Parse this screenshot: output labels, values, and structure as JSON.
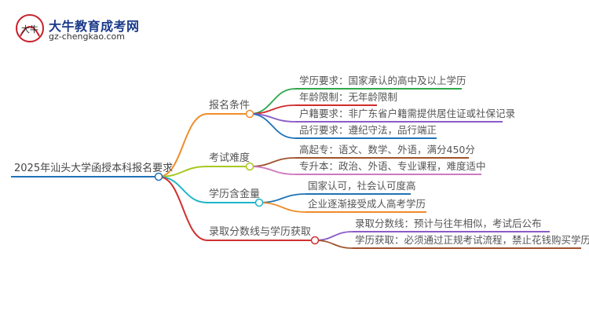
{
  "logo": {
    "site_name": "大牛教育成考网",
    "site_url": "gz-chengkao.com",
    "mark_chars": "大牛"
  },
  "mindmap": {
    "root": "2025年汕头大学函授本科报名要求",
    "branches": [
      {
        "label": "报名条件",
        "color": "#f08c28",
        "leaves": [
          {
            "text": "学历要求：国家承认的高中及以上学历",
            "color": "#2ea84a"
          },
          {
            "text": "年龄限制：无年龄限制",
            "color": "#d22c2c"
          },
          {
            "text": "户籍要求：非广东省户籍需提供居住证或社保记录",
            "color": "#8a5cc8"
          },
          {
            "text": "品行要求：遵纪守法，品行端正",
            "color": "#1f73b7"
          }
        ]
      },
      {
        "label": "考试难度",
        "color": "#a8c820",
        "leaves": [
          {
            "text": "高起专：语文、数学、外语，满分450分",
            "color": "#a0522d"
          },
          {
            "text": "专升本：政治、外语、专业课程，难度适中",
            "color": "#d07ac0"
          }
        ]
      },
      {
        "label": "学历含金量",
        "color": "#1eb4c8",
        "leaves": [
          {
            "text": "国家认可，社会认可度高",
            "color": "#1f73b7"
          },
          {
            "text": "企业逐渐接受成人高考学历",
            "color": "#f08c28"
          }
        ]
      },
      {
        "label": "录取分数线与学历获取",
        "color": "#d03030",
        "leaves": [
          {
            "text": "录取分数线：预计与往年相似，考试后公布",
            "color": "#8a5cc8"
          },
          {
            "text": "学历获取：必须通过正规考试流程，禁止花钱购买学历",
            "color": "#a0522d"
          }
        ]
      }
    ],
    "root_color": "#1f73b7"
  }
}
